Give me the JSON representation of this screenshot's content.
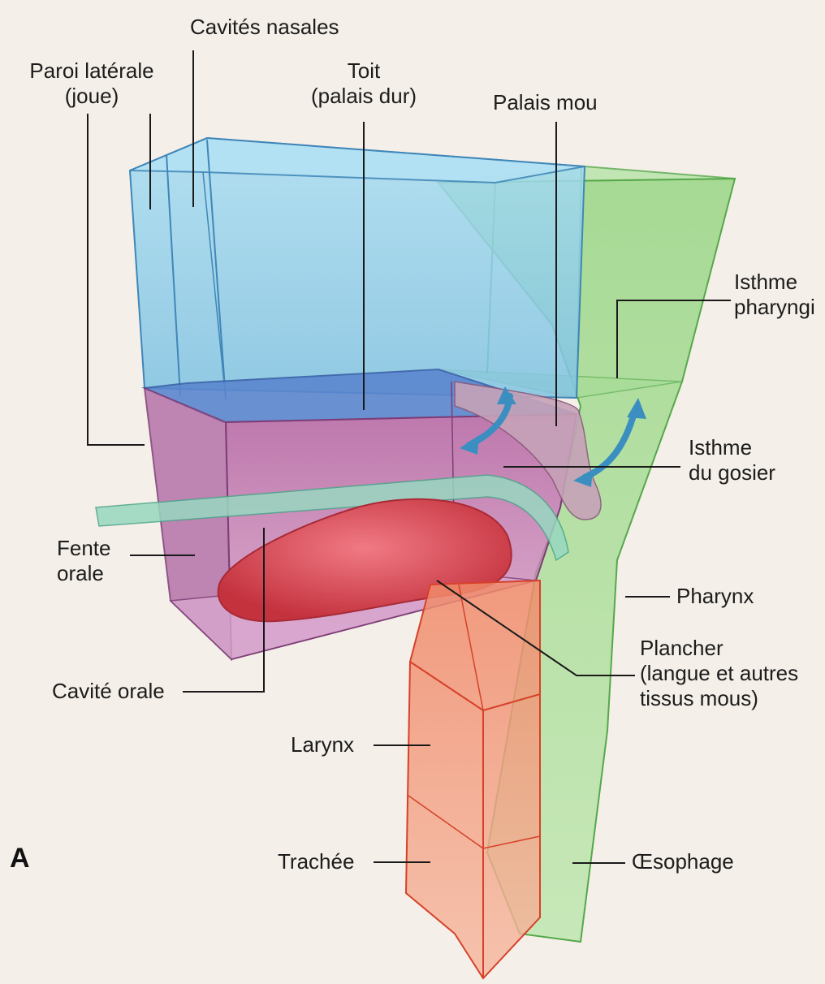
{
  "figure": {
    "panel_letter": "A",
    "labels": {
      "cavites_nasales": "Cavités nasales",
      "paroi_laterale_1": "Paroi latérale",
      "paroi_laterale_2": "(joue)",
      "toit_1": "Toit",
      "toit_2": "(palais dur)",
      "palais_mou": "Palais mou",
      "isthme_pharyngien_1": "Isthme",
      "isthme_pharyngien_2": "pharyngi",
      "isthme_gosier_1": "Isthme",
      "isthme_gosier_2": "du gosier",
      "fente_orale_1": "Fente",
      "fente_orale_2": "orale",
      "pharynx": "Pharynx",
      "plancher_1": "Plancher",
      "plancher_2": "(langue et autres",
      "plancher_3": "tissus mous)",
      "cavite_orale": "Cavité orale",
      "larynx": "Larynx",
      "trachee": "Trachée",
      "oesophage": "Œsophage"
    }
  },
  "colors": {
    "nasal": "#8fd0ea",
    "oral": "#b56aa6",
    "pharynx": "#9ad88a",
    "larynx": "#ef7a5e",
    "tongue": "#d94b58",
    "arrows": "#3b8fc0"
  }
}
